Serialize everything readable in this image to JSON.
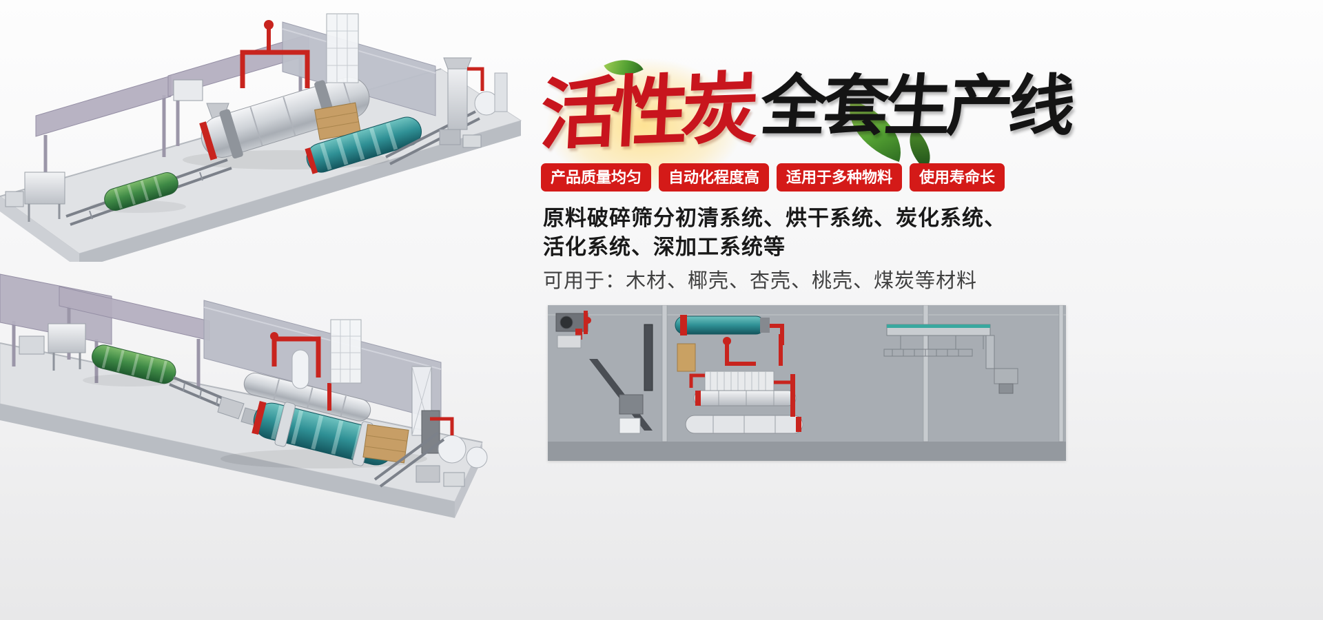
{
  "hero": {
    "title_red": "活性炭",
    "title_black": "全套生产线",
    "badges": [
      "产品质量均匀",
      "自动化程度高",
      "适用于多种物料",
      "使用寿命长"
    ],
    "desc_line1": "原料破碎筛分初清系统、烘干系统、炭化系统、",
    "desc_line2": "活化系统、深加工系统等",
    "desc_line3": "可用于：木材、椰壳、杏壳、桃壳、煤炭等材料"
  },
  "colors": {
    "badge_red": "#d41a18",
    "title_red": "#c8151d",
    "title_black": "#141414",
    "pipe_red": "#c8241e",
    "machine_teal": "#2f9499",
    "machine_green": "#3f8a46",
    "leaf_green": "#55a233",
    "platform_gray": "#dfe1e4"
  },
  "illustrations": {
    "top_render": "isometric-production-line-render-1",
    "bottom_render": "isometric-production-line-render-2",
    "diagram": "production-line-layout-diagram"
  }
}
